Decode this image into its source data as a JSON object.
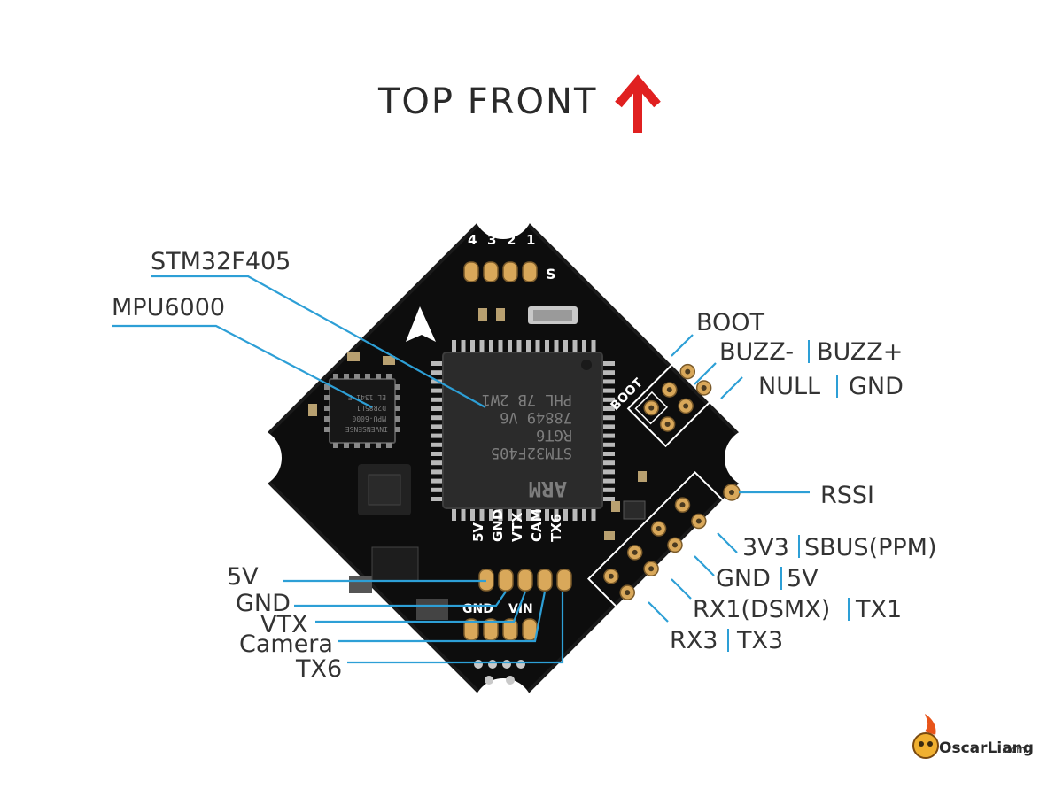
{
  "title": "TOP  FRONT",
  "colors": {
    "arrow": "#e02020",
    "leader": "#2d9fd6",
    "pcb": "#0d0d0d",
    "pad": "#d9a85a",
    "text": "#333333"
  },
  "chip": {
    "lines": [
      "STM32F405",
      "RGT6",
      "78849 V6",
      "PHL 7B 2W1"
    ],
    "logo": "ARM"
  },
  "imu_chip": {
    "lines": [
      "INVENSENSE",
      "MPU-6000",
      "D2R85L1",
      "EL 1341 E"
    ]
  },
  "silk": {
    "motors": [
      "4",
      "3",
      "2",
      "1"
    ],
    "s": "S",
    "boot": "BOOT",
    "bottom_pads": [
      "5V",
      "GND",
      "VTX",
      "CAM",
      "TX6"
    ],
    "gnd": "GND",
    "vin": "VIN"
  },
  "labels": {
    "stm": "STM32F405",
    "mpu": "MPU6000",
    "boot": "BOOT",
    "buzz_left": "BUZZ-",
    "buzz_right": "BUZZ+",
    "null_left": "NULL",
    "null_right": "GND",
    "rssi": "RSSI",
    "sbus_left": "3V3",
    "sbus_right": "SBUS(PPM)",
    "gnd5v_left": "GND",
    "gnd5v_right": "5V",
    "rx1_left": "RX1(DSMX)",
    "rx1_right": "TX1",
    "rx3_left": "RX3",
    "rx3_right": "TX3",
    "v5": "5V",
    "gnd": "GND",
    "vtx": "VTX",
    "camera": "Camera",
    "tx6": "TX6"
  },
  "watermark": {
    "name": "OscarLiang",
    "domain": ".com"
  }
}
